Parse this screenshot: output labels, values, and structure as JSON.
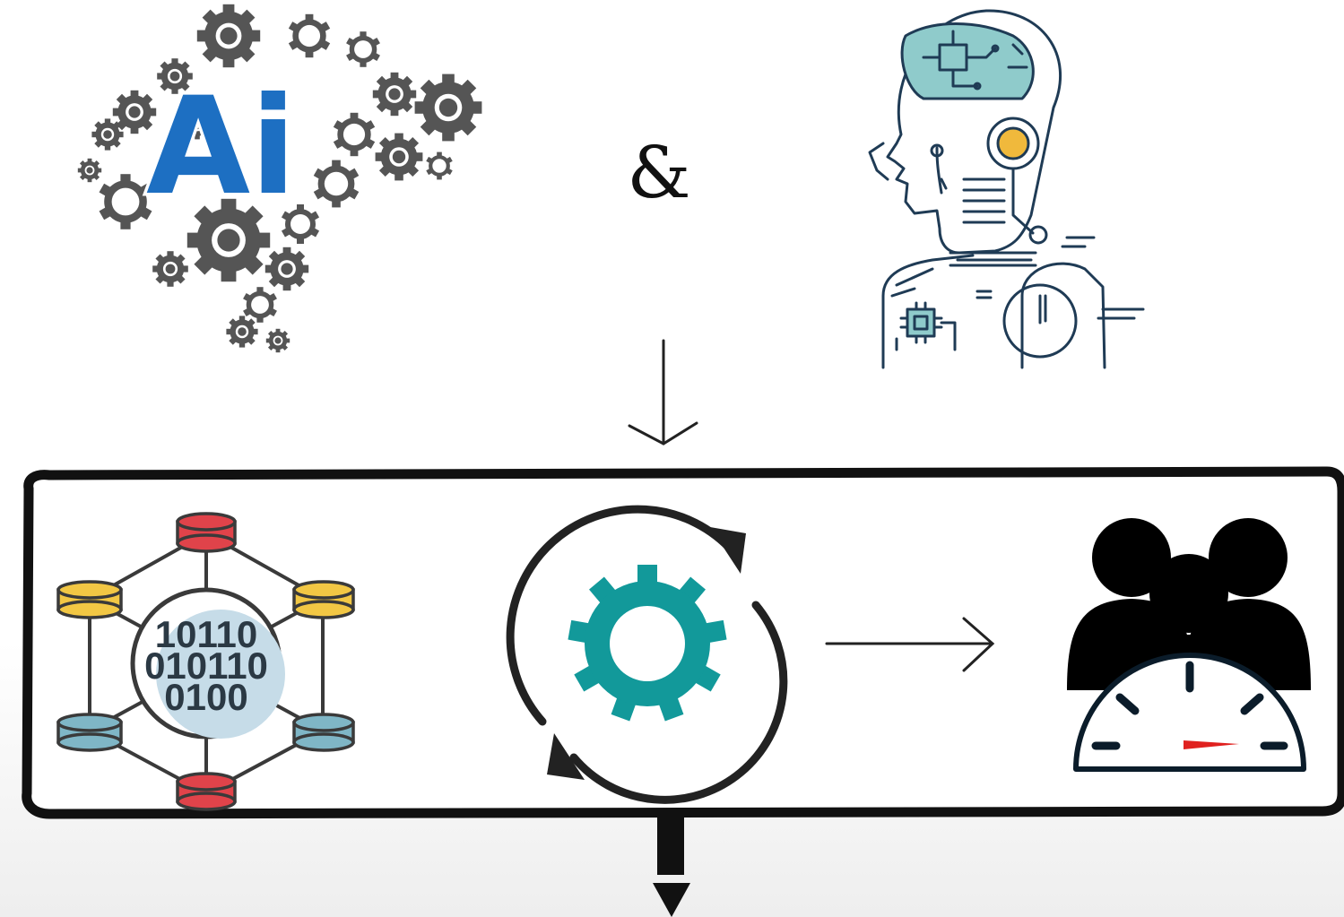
{
  "ai_logo": {
    "text": "Ai",
    "color": "#1d6fc2",
    "gear_color": "#555555"
  },
  "connector": {
    "text": "&"
  },
  "robot_illustration": {
    "icon": "robot-head-icon",
    "accent_color": "#f0b93c",
    "brain_color": "#8fcbcb"
  },
  "process_box": {
    "data_network": {
      "icon": "data-network-icon",
      "binary_lines": [
        "10110",
        "010110",
        "0100"
      ],
      "node_colors": [
        "#e0434a",
        "#f2c744",
        "#7fb6c6"
      ]
    },
    "processing": {
      "icon": "refresh-gear-icon",
      "gear_color": "#12999a"
    },
    "audience": {
      "icon": "users-speedometer-icon",
      "needle_color": "#e0211f"
    }
  }
}
